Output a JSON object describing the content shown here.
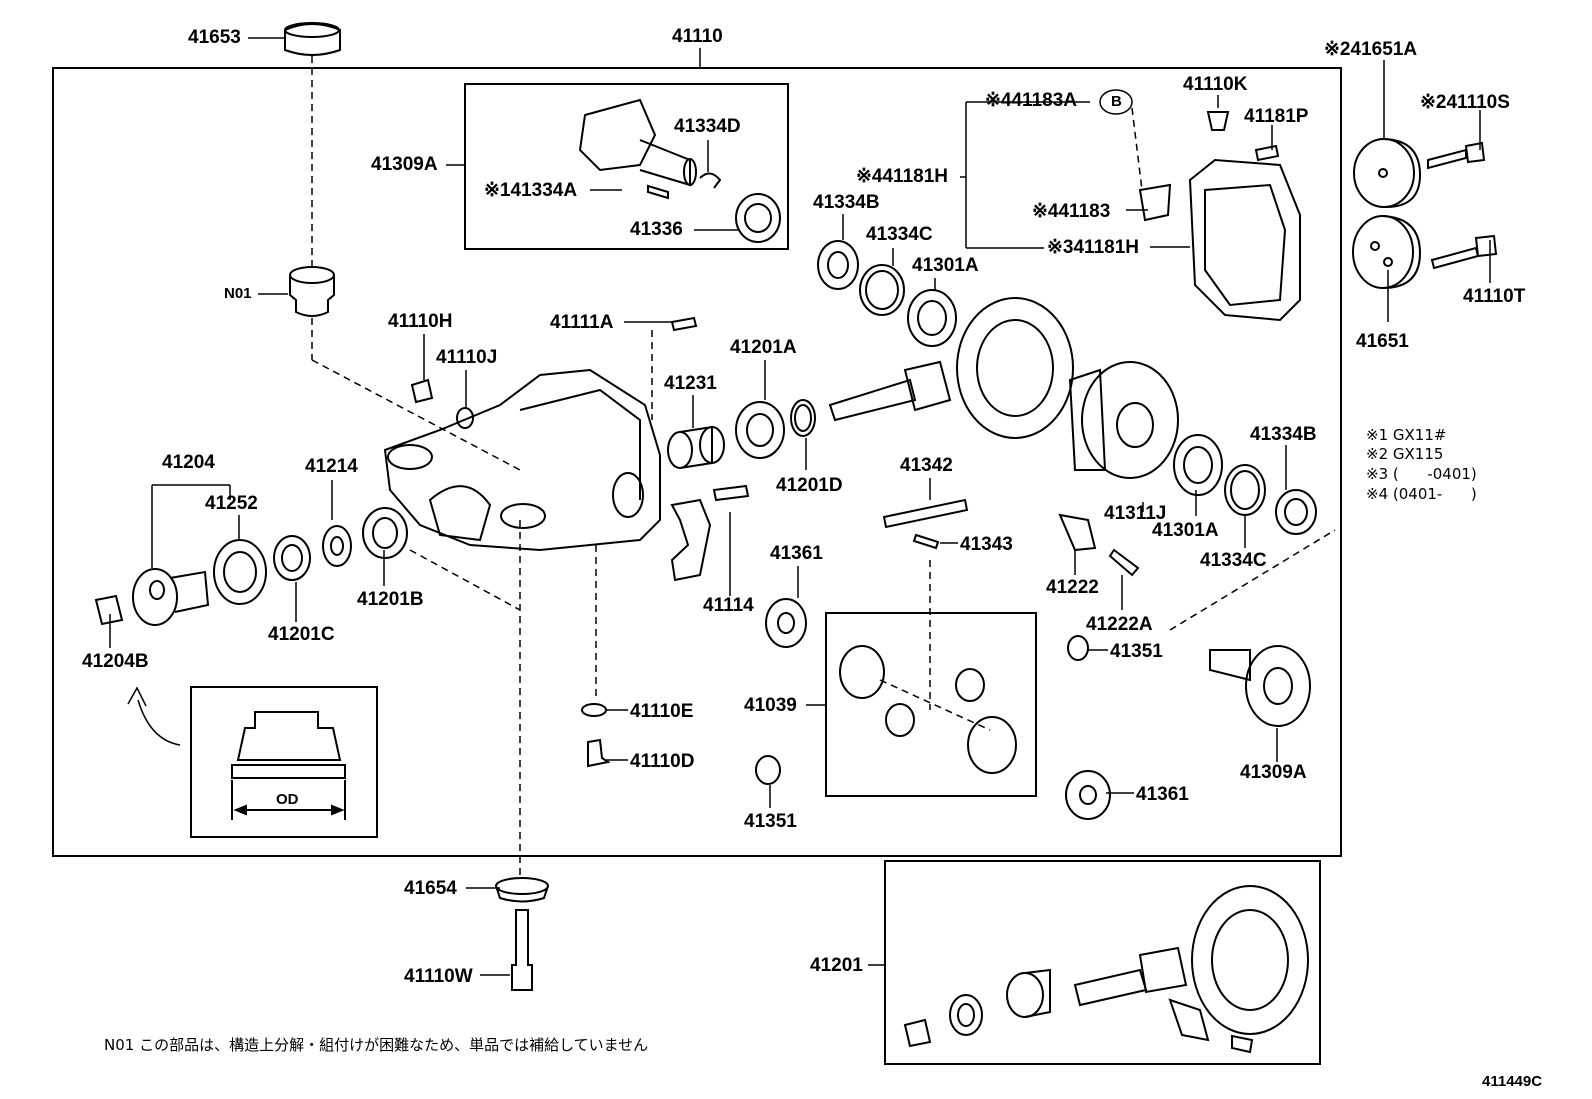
{
  "diagram_code": "411449C",
  "labels": {
    "p41653": "41653",
    "p41110": "41110",
    "p41651A": "※241651A",
    "p41110S": "※241110S",
    "p41651": "41651",
    "p41110T": "41110T",
    "p41309A_top": "41309A",
    "p41334D": "41334D",
    "p41334A": "※141334A",
    "p41336": "41336",
    "p41183A": "※441183A",
    "ref_B": "B",
    "p41110K": "41110K",
    "p41181P": "41181P",
    "p41181H_4": "※441181H",
    "p41183": "※441183",
    "p41181H_3": "※341181H",
    "p41334B_top": "41334B",
    "p41334C_top": "41334C",
    "p41301A_top": "41301A",
    "pN01": "N01",
    "p41110H": "41110H",
    "p41110J": "41110J",
    "p41111A": "41111A",
    "p41201A": "41201A",
    "p41231": "41231",
    "p41201D": "41201D",
    "p41204": "41204",
    "p41252": "41252",
    "p41214": "41214",
    "p41201B": "41201B",
    "p41201C": "41201C",
    "p41204B": "41204B",
    "p41114": "41114",
    "p41361_left": "41361",
    "p41342": "41342",
    "p41343": "41343",
    "p41311J": "41311J",
    "p41301A_right": "41301A",
    "p41334B_right": "41334B",
    "p41334C_right": "41334C",
    "p41222": "41222",
    "p41222A": "41222A",
    "p41351_right": "41351",
    "p41039": "41039",
    "p41309A_right": "41309A",
    "p41110E": "41110E",
    "p41110D": "41110D",
    "p41351_left": "41351",
    "p41361_right": "41361",
    "pOD": "OD",
    "p41654": "41654",
    "p41110W": "41110W",
    "p41201": "41201"
  },
  "notes": [
    "※1 GX11#",
    "※2 GX115",
    "※3 (      -0401)",
    "※4 (0401-      )"
  ],
  "footnote": "N01 この部品は、構造上分解・組付けが困難なため、単品では補給していません"
}
